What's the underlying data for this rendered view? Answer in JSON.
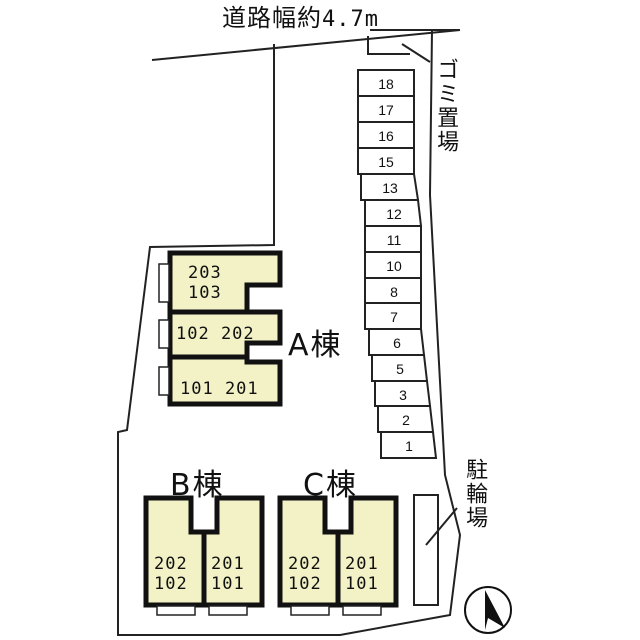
{
  "road": {
    "label": "道路幅約",
    "width": "4.7m"
  },
  "garbage": {
    "label": "ゴミ置場"
  },
  "bicycle": {
    "label": "駐輪場"
  },
  "parking": {
    "slots": [
      "18",
      "17",
      "16",
      "15",
      "13",
      "12",
      "11",
      "10",
      "8",
      "7",
      "6",
      "5",
      "3",
      "2",
      "1"
    ]
  },
  "buildings": {
    "a": {
      "name": "A棟",
      "units": [
        {
          "line1": "203",
          "line2": "103"
        },
        {
          "line1": "102 202"
        },
        {
          "line1": "101 201"
        }
      ]
    },
    "b": {
      "name": "B棟",
      "units": [
        {
          "upper": "202",
          "lower": "102"
        },
        {
          "upper": "201",
          "lower": "101"
        }
      ]
    },
    "c": {
      "name": "C棟",
      "units": [
        {
          "upper": "202",
          "lower": "102"
        },
        {
          "upper": "201",
          "lower": "101"
        }
      ]
    }
  },
  "compass": {
    "icon": "north-arrow-icon"
  },
  "colors": {
    "unit_fill": "#f2f2c6",
    "wall": "#111111",
    "line": "#222222"
  }
}
